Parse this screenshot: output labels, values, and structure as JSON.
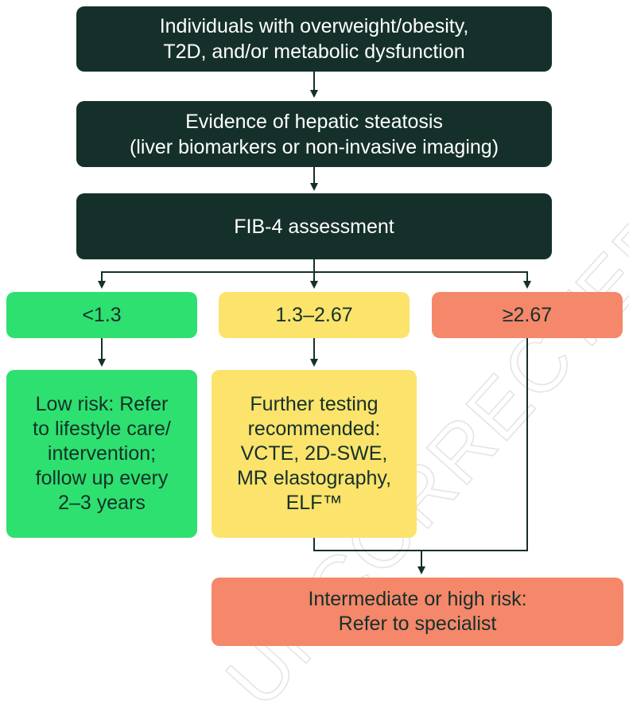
{
  "colors": {
    "dark": "#15302a",
    "low": "#2ee06f",
    "indeterminate": "#fbe36c",
    "high": "#f5876a",
    "connector": "#15302a",
    "watermark": "#e6e6e6"
  },
  "flow": {
    "step1": "Individuals with overweight/obesity,\nT2D, and/or metabolic dysfunction",
    "step2": "Evidence of hepatic steatosis\n(liver biomarkers or non-invasive imaging)",
    "step3": "FIB-4 assessment"
  },
  "thresholds": {
    "low": "<1.3",
    "mid": "1.3–2.67",
    "high": "≥2.67"
  },
  "outcomes": {
    "low": "Low risk: Refer\nto lifestyle care/\nintervention;\nfollow up every\n2–3 years",
    "mid": "Further testing\nrecommended:\nVCTE, 2D-SWE,\nMR elastography,\nELF™",
    "high": "Intermediate or high risk:\nRefer to specialist"
  },
  "watermark": "UNCORRECTED"
}
